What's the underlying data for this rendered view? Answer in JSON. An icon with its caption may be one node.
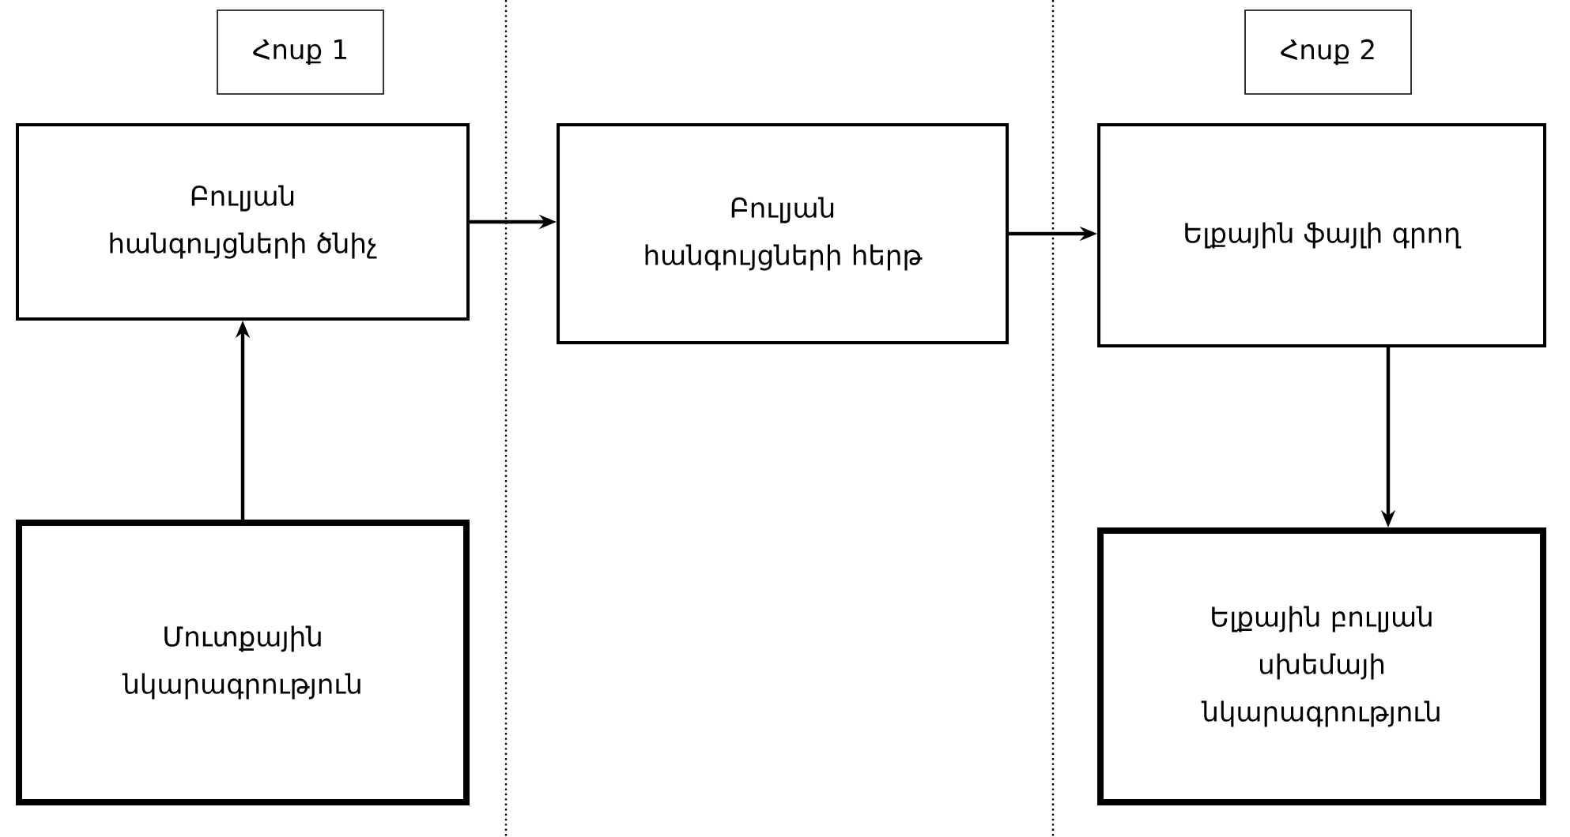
{
  "diagram": {
    "nodes": [
      {
        "text": [
          "Հոսք 1"
        ]
      },
      {
        "text": [
          "Բուլյան հանգույցների ծնիչ"
        ]
      },
      {
        "text": [
          "Բուլյան հանգույցների հերթ"
        ]
      },
      {
        "text": [
          "Ելքային ֆայլի գրող"
        ]
      },
      {
        "text": [
          "Մուտքային նկարագրություն"
        ]
      },
      {
        "text": [
          "Ելքային բուլյան սխեմայի նկարագրություն"
        ]
      },
      {
        "text": [
          "Հոսք 2"
        ]
      }
    ],
    "edges": [
      {
        "from": 4,
        "to": 1,
        "arrow": "to"
      },
      {
        "from": 1,
        "to": 2,
        "arrow": "to"
      },
      {
        "from": 2,
        "to": 3,
        "arrow": "to"
      },
      {
        "from": 3,
        "to": 5,
        "arrow": "to"
      }
    ]
  }
}
